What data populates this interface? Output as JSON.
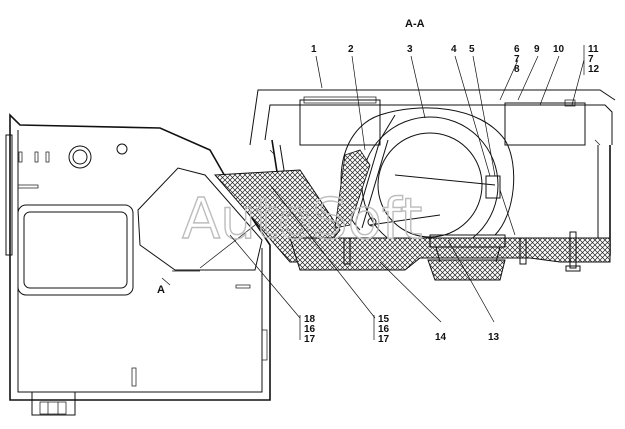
{
  "section_title": "A-A",
  "watermark": "AutoSoft",
  "section_marks": [
    "A",
    "A"
  ],
  "callouts_top": [
    "1",
    "2",
    "3",
    "4",
    "5",
    "9",
    "10"
  ],
  "callout_stack_6": [
    "6",
    "7",
    "8"
  ],
  "callout_stack_11": [
    "11",
    "7",
    "12"
  ],
  "callout_stack_18": [
    "18",
    "16",
    "17"
  ],
  "callout_stack_15": [
    "15",
    "16",
    "17"
  ],
  "callouts_bottom": [
    "14",
    "13"
  ]
}
